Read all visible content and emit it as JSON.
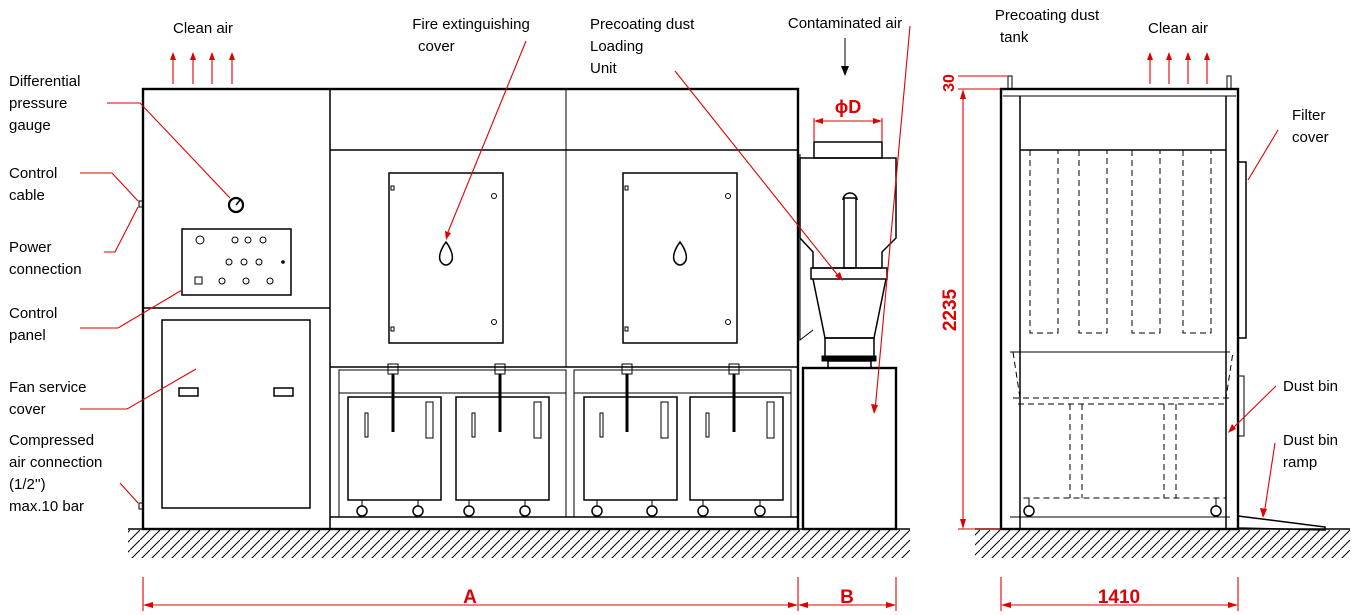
{
  "labels": {
    "clean_air_left": "Clean air",
    "fire_cover_1": "Fire extinguishing",
    "fire_cover_2": "cover",
    "precoat_unit_1": "Precoating dust",
    "precoat_unit_2": "Loading",
    "precoat_unit_3": "Unit",
    "contaminated_air": "Contaminated air",
    "precoat_tank_1": "Precoating dust",
    "precoat_tank_2": "tank",
    "clean_air_right": "Clean air",
    "diff_gauge_1": "Differential",
    "diff_gauge_2": "pressure",
    "diff_gauge_3": "gauge",
    "control_cable_1": "Control",
    "control_cable_2": "cable",
    "power_conn_1": "Power",
    "power_conn_2": "connection",
    "control_panel_1": "Control",
    "control_panel_2": "panel",
    "fan_cover_1": "Fan service",
    "fan_cover_2": "cover",
    "comp_air_1": "Compressed",
    "comp_air_2": "air connection",
    "comp_air_3": "(1/2'')",
    "comp_air_4": "max.10 bar",
    "filter_cover_1": "Filter",
    "filter_cover_2": "cover",
    "dust_bin": "Dust bin",
    "dust_ramp_1": "Dust bin",
    "dust_ramp_2": "ramp"
  },
  "dimensions": {
    "diameter": "ϕD",
    "width_a": "A",
    "width_b": "B",
    "depth": "1410",
    "height": "2235",
    "top_offset": "30"
  },
  "colors": {
    "outline": "#000000",
    "dimension": "#e00000"
  }
}
